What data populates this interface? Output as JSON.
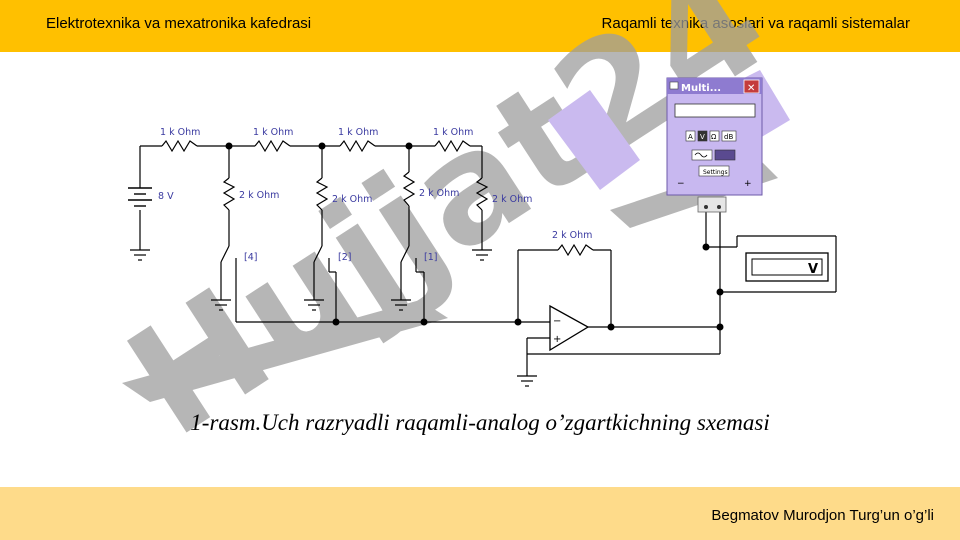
{
  "header": {
    "left_title": "Elektrotexnika va mexatronika kafedrasi",
    "right_title": "Raqamli texnika asoslari va raqamli sistemalar"
  },
  "footer": {
    "author": "Begmatov Murodjon Turg’un o’g’li"
  },
  "caption": "1-rasm.Uch razryadli raqamli-analog o’zgartkichning sxemasi",
  "watermark": {
    "text": "Hujjat24",
    "color": "#9e9e9e",
    "accent_color": "#b9a4ea"
  },
  "circuit": {
    "source_label": "8 V",
    "series_resistors": [
      "1 k Ohm",
      "1 k Ohm",
      "1 k Ohm",
      "1 k Ohm"
    ],
    "shunt_resistors": [
      "2 k Ohm",
      "2 k Ohm",
      "2 k Ohm",
      "2 k Ohm"
    ],
    "feedback_resistor": "2 k Ohm",
    "switch_keys": [
      "[4]",
      "[2]",
      "[1]"
    ],
    "opamp_minus": "−",
    "opamp_plus": "+",
    "wire_color": "#000000",
    "label_color": "#3a3aa0"
  },
  "multimeter": {
    "title": "Multi...",
    "close_symbol": "✕",
    "display_value": "",
    "mode_buttons": [
      "A",
      "V",
      "Ω",
      "dB"
    ],
    "settings_label": "Settings",
    "minus_label": "−",
    "plus_label": "+",
    "body_color": "#c8b8f0"
  },
  "voltmeter": {
    "unit_label": "V"
  }
}
